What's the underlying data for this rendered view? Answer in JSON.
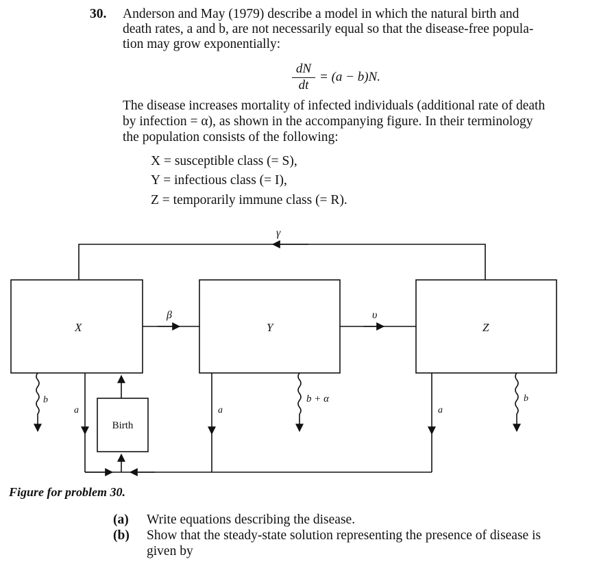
{
  "problem": {
    "number": "30.",
    "intro_lines": [
      "Anderson and May (1979) describe a model in which the natural birth and",
      "death rates, a and b, are not necessarily equal so that the disease-free popula-",
      "tion may grow exponentially:"
    ],
    "equation": {
      "numerator": "dN",
      "denominator": "dt",
      "rhs": "= (a − b)N."
    },
    "body_lines": [
      "The disease increases mortality of infected individuals (additional rate of death",
      "by infection = α), as shown in the accompanying figure. In their terminology",
      "the population consists of the following:"
    ],
    "classes": [
      "X = susceptible class (= S),",
      "Y = infectious class (= I),",
      "Z = temporarily immune class (= R)."
    ]
  },
  "figure": {
    "boxes": {
      "x": "X",
      "y": "Y",
      "z": "Z",
      "birth": "Birth"
    },
    "rates": {
      "gamma": "γ",
      "beta": "β",
      "nu": "υ",
      "b_left": "b",
      "a_x": "a",
      "a_y": "a",
      "b_plus_alpha": "b + α",
      "a_z": "a",
      "b_right": "b"
    },
    "caption": "Figure for problem 30."
  },
  "questions": [
    {
      "label": "(a)",
      "lines": [
        "Write equations describing the disease."
      ]
    },
    {
      "label": "(b)",
      "lines": [
        "Show that the steady-state solution representing the presence of disease is",
        "given by"
      ]
    }
  ]
}
